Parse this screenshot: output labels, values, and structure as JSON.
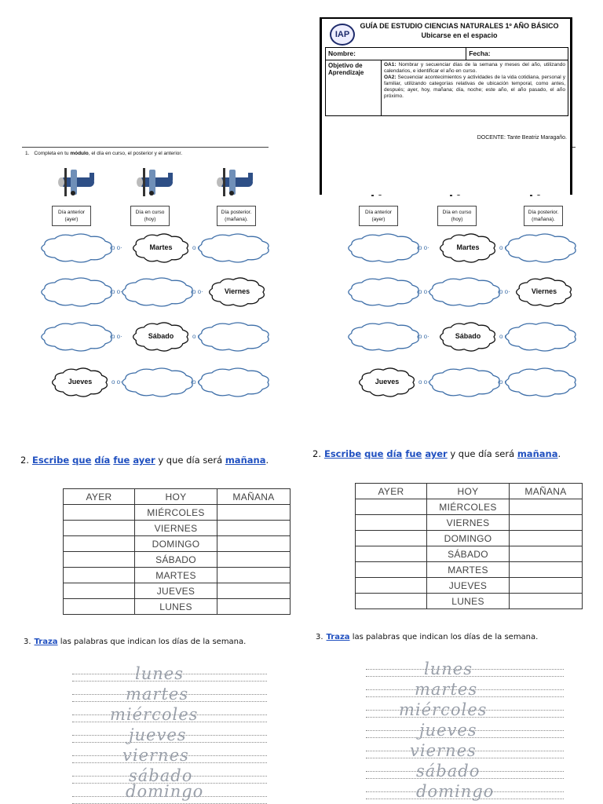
{
  "header": {
    "logo": "IAP",
    "title": "GUÍA DE ESTUDIO CIENCIAS NATURALES  1º AÑO  BÁSICO",
    "subtitle": "Ubicarse en el espacio",
    "nombre_label": "Nombre:",
    "fecha_label": "Fecha:",
    "objetivo_label": "Objetivo de Aprendizaje",
    "oa1_label": "OA1:",
    "oa1_text": "Nombrar y secuenciar días de la semana y meses del año, utilizando calendarios, e identificar el año en curso.",
    "oa2_label": "OA2:",
    "oa2_text": "Secuenciar acontecimientos y actividades de la vida cotidiana, personal y familiar, utilizando categorías relativas de ubicación temporal, como antes, después; ayer, hoy, mañana; día, noche; este año, el año pasado, el año próximo.",
    "docente": "DOCENTE: Tante Beatriz Maragaño."
  },
  "section1": {
    "number": "1.",
    "text_before": "Completa en tu ",
    "text_bold": "módulo",
    "text_after": ", el día en curso, el posterior y el anterior.",
    "labels": [
      "Día anterior\n(ayer)",
      "Día en curso\n(hoy)",
      "Día posterior.\n(mañana)."
    ],
    "cloud_rows": [
      [
        "",
        "Martes",
        ""
      ],
      [
        "",
        "",
        "Viernes"
      ],
      [
        "",
        "Sábado",
        ""
      ],
      [
        "Jueves",
        "",
        ""
      ]
    ]
  },
  "section2": {
    "number": "2.",
    "w1": "Escribe",
    "w2": "que",
    "w3": "día",
    "w4": "fue",
    "w5": "ayer",
    "mid": " y que día será ",
    "w6": "mañana",
    "end": ".",
    "headers": [
      "AYER",
      "HOY",
      "MAÑANA"
    ],
    "hoy": [
      "MIÉRCOLES",
      "VIERNES",
      "DOMINGO",
      "SÁBADO",
      "MARTES",
      "JUEVES",
      "LUNES"
    ]
  },
  "section3": {
    "number": "3.",
    "link": "Traza",
    "rest": " las palabras que indican los días de la semana.",
    "words": [
      "lunes",
      "martes",
      "miércoles",
      "jueves",
      "viernes",
      "sábado",
      "domingo"
    ]
  },
  "colors": {
    "plane": "#2e4f86",
    "cloud_stroke": "#3d6ea8",
    "link": "#2050c0"
  }
}
